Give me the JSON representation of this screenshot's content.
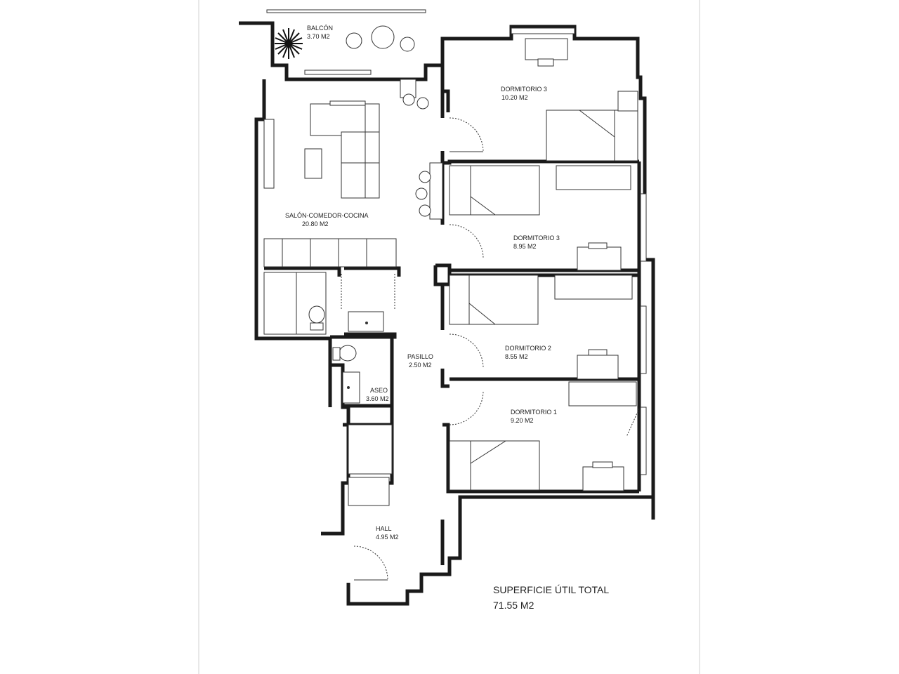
{
  "rooms": {
    "balcon": {
      "name": "BALCÓN",
      "area": "3.70 M2"
    },
    "dormitorio_3a": {
      "name": "DORMITORIO 3",
      "area": "10.20 M2"
    },
    "salon": {
      "name": "SALÓN-COMEDOR-COCINA",
      "area": "20.80 M2"
    },
    "dormitorio_3b": {
      "name": "DORMITORIO 3",
      "area": "8.95 M2"
    },
    "pasillo": {
      "name": "PASILLO",
      "area": "2.50 M2"
    },
    "dormitorio_2": {
      "name": "DORMITORIO 2",
      "area": "8.55 M2"
    },
    "aseo": {
      "name": "ASEO",
      "area": "3.60 M2"
    },
    "dormitorio_1": {
      "name": "DORMITORIO 1",
      "area": "9.20 M2"
    },
    "hall": {
      "name": "HALL",
      "area": "4.95 M2"
    }
  },
  "total": {
    "title": "SUPERFICIE ÚTIL TOTAL",
    "value": "71.55 M2"
  },
  "icons": {
    "plant": "plant-icon"
  }
}
